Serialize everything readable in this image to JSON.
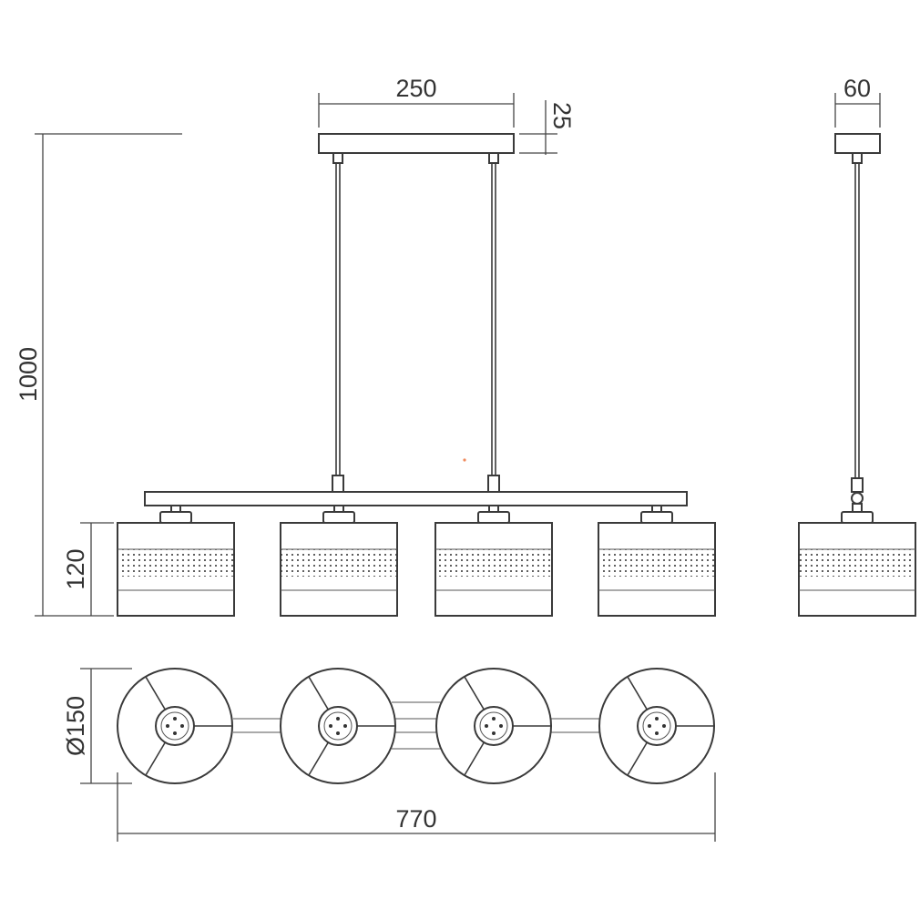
{
  "dimensions": {
    "canopy_width": "250",
    "canopy_height": "25",
    "canopy_depth": "60",
    "total_height": "1000",
    "shade_height": "120",
    "shade_diameter": "Ø150",
    "total_length": "770"
  },
  "colors": {
    "line": "#3a3a3a",
    "text": "#333333",
    "accent_dot": "#f08a5d"
  }
}
